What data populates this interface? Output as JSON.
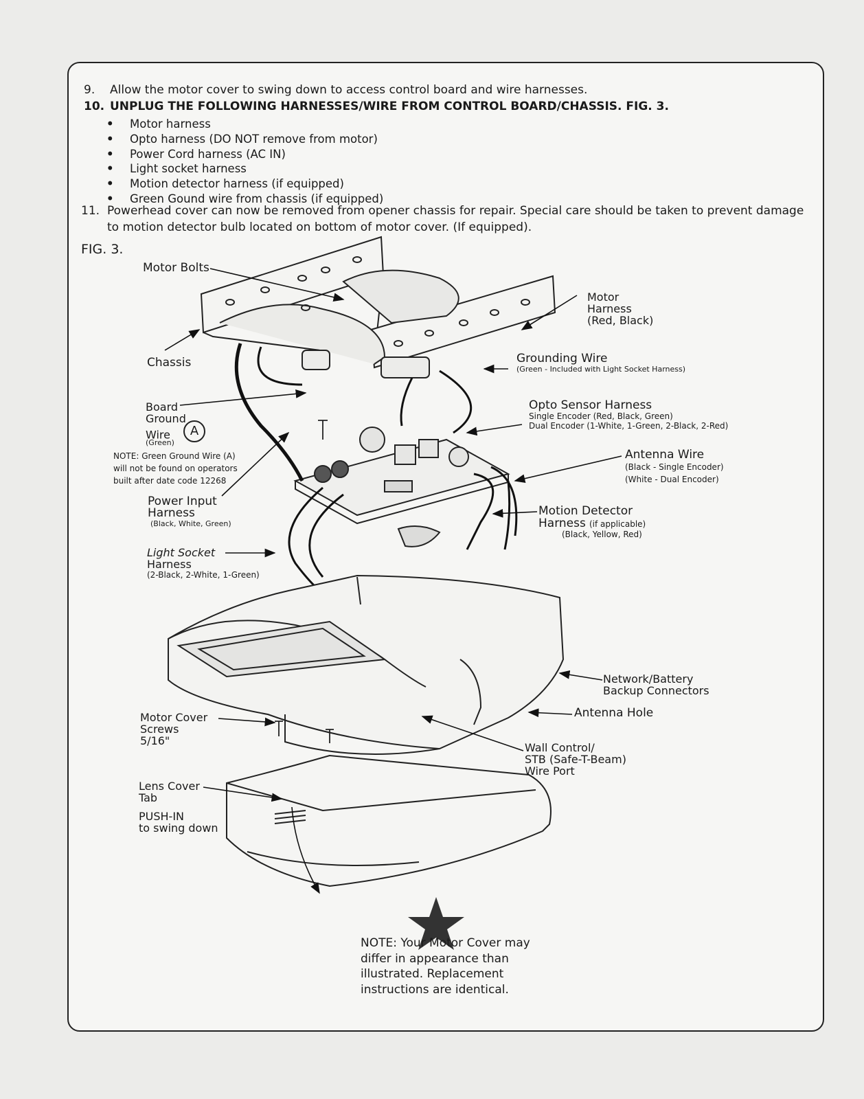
{
  "steps": {
    "s9": {
      "num": "9.",
      "text": "Allow the motor cover to swing down to access control board and wire harnesses."
    },
    "s10": {
      "num": "10.",
      "text": "UNPLUG THE FOLLOWING HARNESSES/WIRE FROM CONTROL BOARD/CHASSIS. FIG. 3."
    },
    "bullets": [
      "Motor harness",
      "Opto harness (DO NOT remove from motor)",
      "Power Cord harness (AC IN)",
      "Light socket harness",
      "Motion detector harness (if equipped)",
      "Green Gound wire from chassis (if equipped)"
    ],
    "bullet_mark": "•",
    "s11": {
      "num": "11.",
      "line1": "Powerhead cover can now be removed from opener chassis for repair. Special care should be taken to prevent damage",
      "line2": "to motion detector bulb located on bottom of motor cover. (If equipped)."
    }
  },
  "figure": {
    "label": "FIG. 3.",
    "callouts": {
      "motor_bolts": "Motor Bolts",
      "motor_harness": [
        "Motor",
        "Harness",
        "(Red, Black)"
      ],
      "chassis": "Chassis",
      "grounding_wire": {
        "title": "Grounding Wire",
        "sub": "(Green - Included with Light Socket Harness)"
      },
      "board_ground_wire": {
        "lines": [
          "Board",
          "Ground",
          "Wire"
        ],
        "sub": "(Green)",
        "marker": "A"
      },
      "ground_note": [
        "NOTE: Green Ground Wire (A)",
        "will not be found on operators",
        "built after date code 12268"
      ],
      "opto_sensor": {
        "title": "Opto Sensor Harness",
        "sub1": "Single Encoder (Red, Black, Green)",
        "sub2": "Dual Encoder (1-White, 1-Green, 2-Black, 2-Red)"
      },
      "antenna_wire": {
        "title": "Antenna Wire",
        "sub1": "(Black - Single Encoder)",
        "sub2": "(White - Dual Encoder)"
      },
      "power_input": {
        "lines": [
          "Power Input",
          "Harness"
        ],
        "sub": "(Black, White, Green)"
      },
      "motion_detector": {
        "line1": "Motion Detector",
        "line2": "Harness",
        "line2_sub": "(if applicable)",
        "sub": "(Black, Yellow, Red)"
      },
      "light_socket": {
        "lines": [
          "Light Socket",
          "Harness"
        ],
        "sub": "(2-Black, 2-White, 1-Green)"
      },
      "network_battery": [
        "Network/Battery",
        "Backup Connectors"
      ],
      "antenna_hole": "Antenna Hole",
      "motor_cover_screws": [
        "Motor Cover",
        "Screws",
        "5/16\""
      ],
      "wall_control": [
        "Wall Control/",
        "STB (Safe-T-Beam)",
        "Wire Port"
      ],
      "lens_cover": [
        "Lens Cover",
        "Tab"
      ],
      "push_in": [
        "PUSH-IN",
        "to swing down"
      ]
    }
  },
  "note": [
    "NOTE: Your Motor Cover may",
    "differ in appearance than",
    "illustrated. Replacement",
    "instructions are identical."
  ]
}
